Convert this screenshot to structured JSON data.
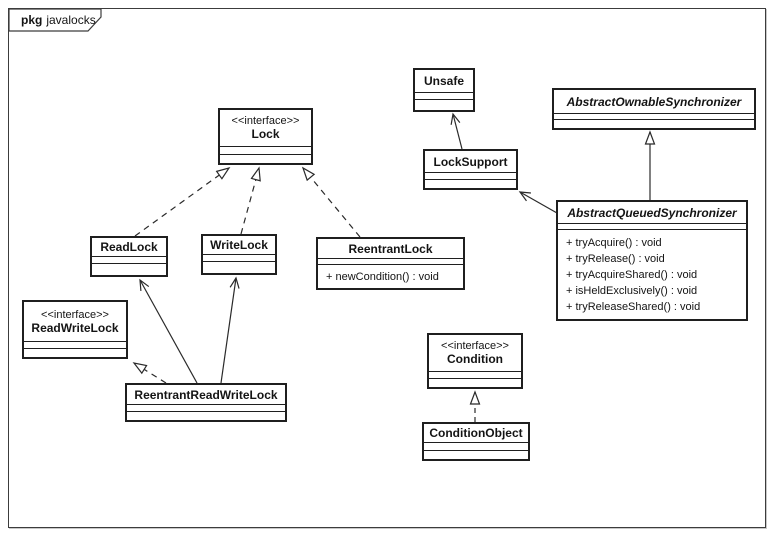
{
  "frame": {
    "tab_keyword": "pkg",
    "tab_name": "javalocks"
  },
  "colors": {
    "line": "#2a2a2a",
    "box_border": "#1f1f1f",
    "background": "#ffffff"
  },
  "classes": {
    "lock": {
      "stereotype": "<<interface>>",
      "name": "Lock"
    },
    "unsafe": {
      "name": "Unsafe"
    },
    "abstract_ownable_synchronizer": {
      "name": "AbstractOwnableSynchronizer",
      "abstract": true
    },
    "lock_support": {
      "name": "LockSupport"
    },
    "abstract_queued_synchronizer": {
      "name": "AbstractQueuedSynchronizer",
      "abstract": true,
      "methods": [
        "+ tryAcquire() : void",
        "+ tryRelease() : void",
        "+ tryAcquireShared() : void",
        "+ isHeldExclusively() : void",
        "+ tryReleaseShared() : void"
      ]
    },
    "read_lock": {
      "name": "ReadLock"
    },
    "write_lock": {
      "name": "WriteLock"
    },
    "reentrant_lock": {
      "name": "ReentrantLock",
      "methods": [
        "+ newCondition() : void"
      ]
    },
    "read_write_lock": {
      "stereotype": "<<interface>>",
      "name": "ReadWriteLock"
    },
    "reentrant_read_write_lock": {
      "name": "ReentrantReadWriteLock"
    },
    "condition": {
      "stereotype": "<<interface>>",
      "name": "Condition"
    },
    "condition_object": {
      "name": "ConditionObject"
    }
  },
  "relationships": [
    {
      "from": "ReadLock",
      "to": "Lock",
      "type": "realization-dashed-hollow-triangle"
    },
    {
      "from": "WriteLock",
      "to": "Lock",
      "type": "realization-dashed-hollow-triangle"
    },
    {
      "from": "ReentrantLock",
      "to": "Lock",
      "type": "realization-dashed-hollow-triangle"
    },
    {
      "from": "ReentrantReadWriteLock",
      "to": "ReadWriteLock",
      "type": "realization-dashed-hollow-triangle"
    },
    {
      "from": "ConditionObject",
      "to": "Condition",
      "type": "realization-dashed-hollow-triangle"
    },
    {
      "from": "AbstractQueuedSynchronizer",
      "to": "AbstractOwnableSynchronizer",
      "type": "generalization-solid-hollow-triangle"
    },
    {
      "from": "ReentrantReadWriteLock",
      "to": "ReadLock",
      "type": "association-open-arrow"
    },
    {
      "from": "ReentrantReadWriteLock",
      "to": "WriteLock",
      "type": "association-open-arrow"
    },
    {
      "from": "LockSupport",
      "to": "Unsafe",
      "type": "association-open-arrow"
    },
    {
      "from": "AbstractQueuedSynchronizer",
      "to": "LockSupport",
      "type": "association-open-arrow"
    }
  ]
}
